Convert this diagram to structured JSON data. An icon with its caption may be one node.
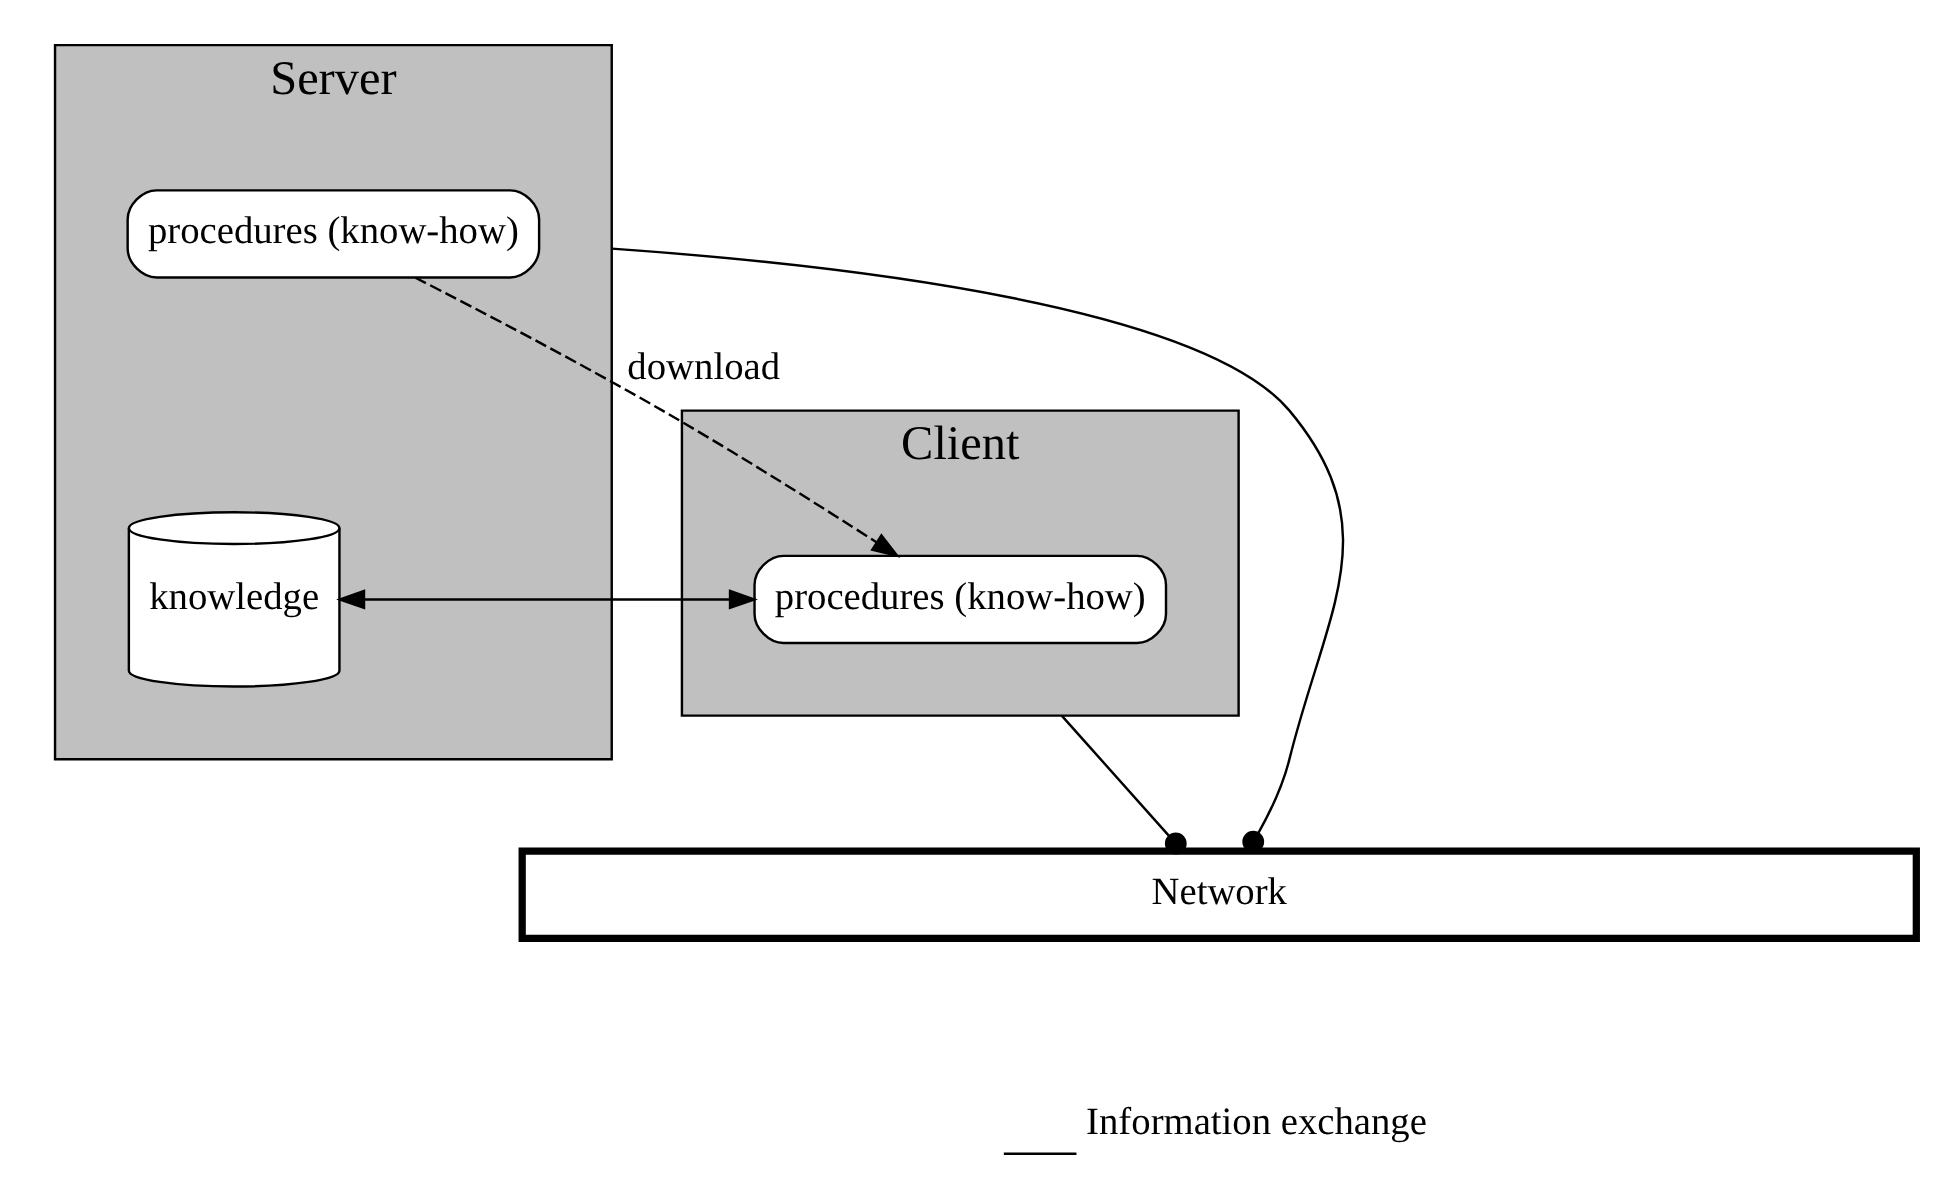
{
  "diagram": {
    "nodes": [
      {
        "text": [
          "Client"
        ]
      },
      {
        "text": [
          "procedures (know-how)"
        ],
        "in": 0
      },
      {
        "text": [
          "Server"
        ]
      },
      {
        "text": [
          "procedures (know-how)"
        ],
        "in": 2
      },
      {
        "text": [
          "knowledge"
        ],
        "in": 2
      },
      {
        "text": [
          "Network"
        ]
      }
    ],
    "edges": [
      {
        "from": 3,
        "to": 1,
        "arrow": "to",
        "style": "dashed",
        "label": "download"
      },
      {
        "from": 1,
        "to": 4,
        "arrow": "both"
      },
      {
        "from": 0,
        "to": 5,
        "arrow": "other"
      },
      {
        "from": 2,
        "to": 5,
        "arrow": "other"
      }
    ],
    "legend": [
      {
        "text": "Information exchange"
      }
    ]
  }
}
